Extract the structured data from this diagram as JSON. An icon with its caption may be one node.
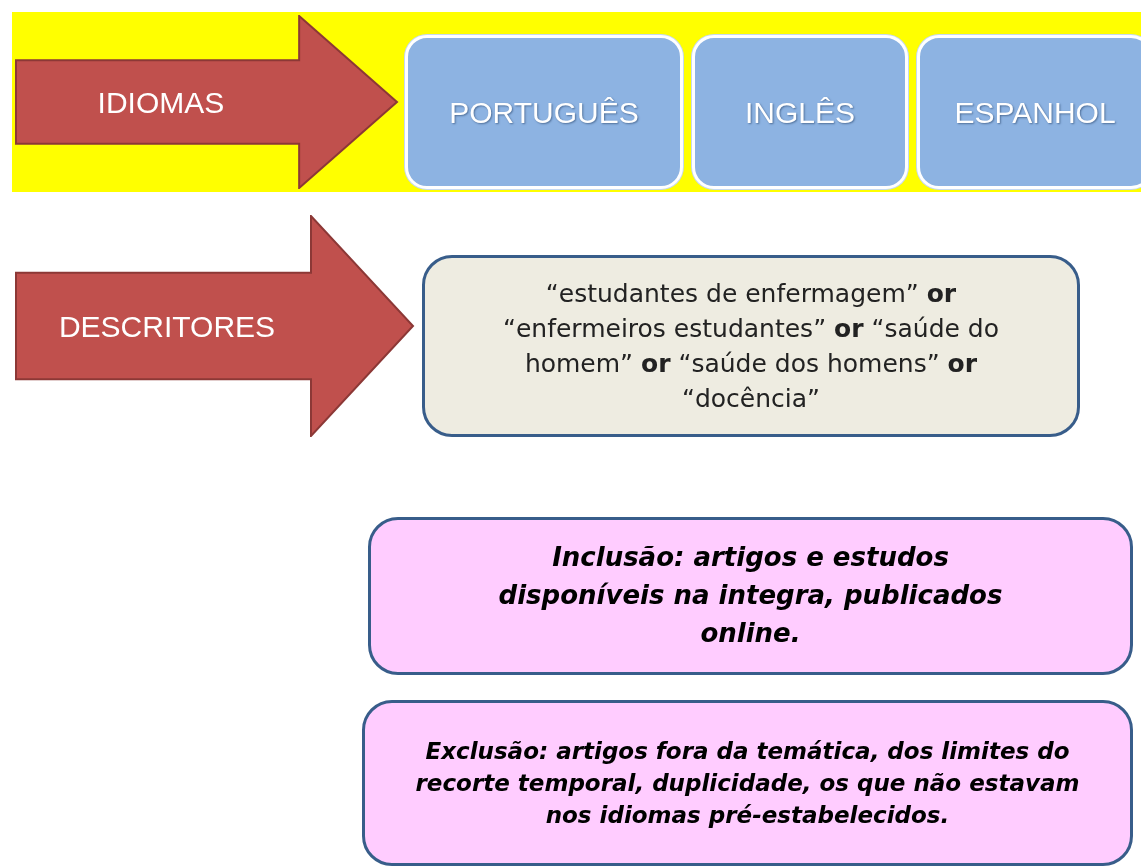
{
  "diagram": {
    "nodes": [
      {
        "text": [],
        "shape": "bar"
      },
      {
        "text": [
          "IDIOMAS"
        ],
        "in": 0
      },
      {
        "text": [
          "PORTUGUÊS"
        ],
        "in": 0
      },
      {
        "text": [
          "INGLÊS"
        ],
        "in": 0
      },
      {
        "text": [
          "ESPANHOL"
        ],
        "in": 0
      },
      {
        "text": [
          "DESCRITORES"
        ]
      },
      {
        "text": [
          "“estudantes de enfermagem” **or** “enfermeiros estudantes” **or** “saúde do homem” **or** “saúde dos homens” **or** “docência”"
        ]
      },
      {
        "text": [
          "Inclusão: artigos e estudos disponíveis na integra, publicados online."
        ]
      },
      {
        "text": [
          "Exclusão: artigos fora da temática, dos limites do recorte temporal, duplicidade, os que não estavam nos idiomas pré-estabelecidos."
        ]
      }
    ]
  }
}
